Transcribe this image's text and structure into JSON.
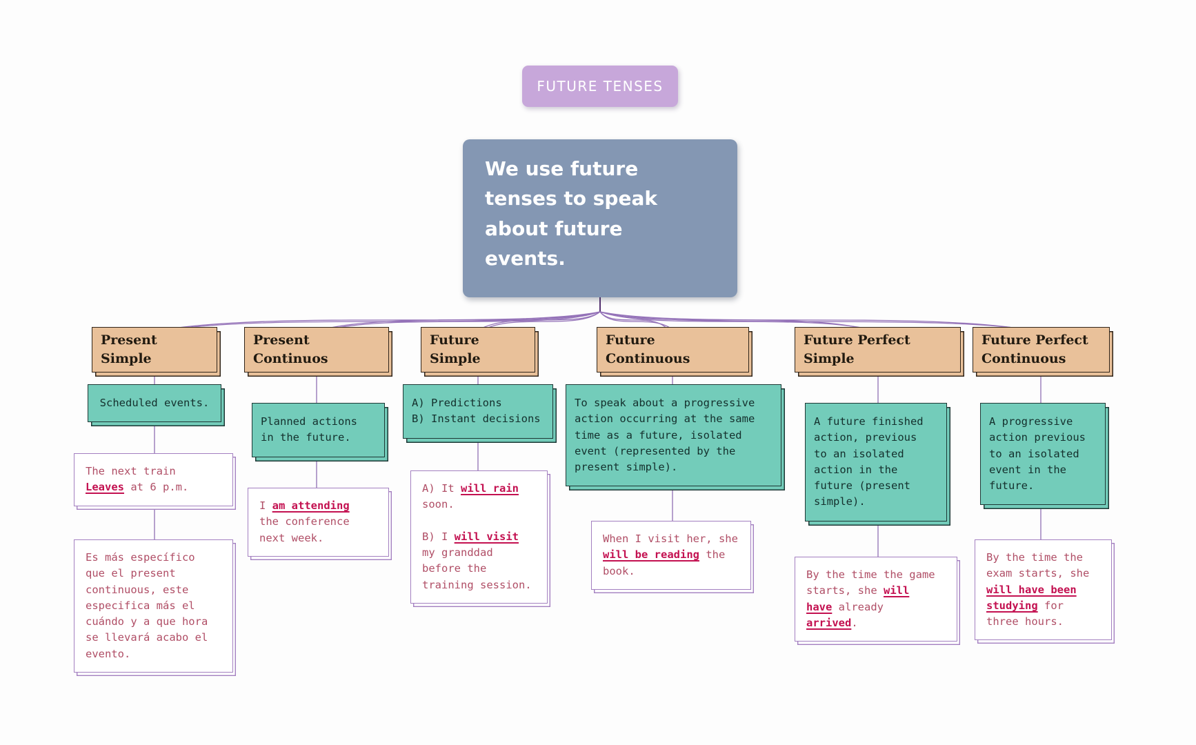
{
  "root": {
    "label": "FUTURE TENSES"
  },
  "main": {
    "text": "We use future\ntenses to speak\nabout future\nevents."
  },
  "colors": {
    "root_bg": "#c7a7da",
    "main_bg": "#8497b3",
    "header_bg": "#e9c19a",
    "usage_bg": "#73ccba",
    "example_border": "#a37fc0",
    "connector": "#9472b8",
    "example_text": "#b04e66",
    "example_emphasis": "#c31050"
  },
  "columns": [
    {
      "header": "Present Simple",
      "usage": "Scheduled events.",
      "examples": [
        {
          "segments": [
            {
              "t": "The next train\n"
            },
            {
              "t": "Leaves",
              "em": true
            },
            {
              "t": " at 6 p.m."
            }
          ]
        },
        {
          "segments": [
            {
              "t": "Es más específico\nque el present\ncontinuous, este\nespecifica más el\ncuándo y a que hora\nse llevará acabo el\nevento."
            }
          ]
        }
      ]
    },
    {
      "header": "Present\nContinuos",
      "usage": "Planned actions\nin the future.",
      "examples": [
        {
          "segments": [
            {
              "t": "I "
            },
            {
              "t": "am attending",
              "em": true
            },
            {
              "t": "\nthe conference\nnext week."
            }
          ]
        }
      ]
    },
    {
      "header": "Future Simple",
      "usage": "A) Predictions\nB) Instant decisions",
      "examples": [
        {
          "segments": [
            {
              "t": "A) It "
            },
            {
              "t": "will rain",
              "em": true
            },
            {
              "t": "\nsoon.\n\nB) I "
            },
            {
              "t": "will visit",
              "em": true
            },
            {
              "t": "\nmy granddad\nbefore the\ntraining session."
            }
          ]
        }
      ]
    },
    {
      "header": "Future Continuous",
      "usage": "To speak about a progressive\naction occurring at the same\ntime as a future, isolated\nevent (represented by the\npresent simple).",
      "examples": [
        {
          "segments": [
            {
              "t": "When I visit her, she\n"
            },
            {
              "t": "will be reading",
              "em": true
            },
            {
              "t": " the\nbook."
            }
          ]
        }
      ]
    },
    {
      "header": "Future Perfect\nSimple",
      "usage": "A future finished\naction, previous\nto an isolated\naction in the\nfuture (present\nsimple).",
      "examples": [
        {
          "segments": [
            {
              "t": "By the time the game\nstarts, she "
            },
            {
              "t": "will\nhave",
              "em": true
            },
            {
              "t": " already\n"
            },
            {
              "t": "arrived",
              "em": true
            },
            {
              "t": "."
            }
          ]
        }
      ]
    },
    {
      "header": "Future Perfect\nContinuous",
      "usage": "A progressive\naction previous\nto an isolated\nevent in the\nfuture.",
      "examples": [
        {
          "segments": [
            {
              "t": "By the time the\nexam starts, she\n"
            },
            {
              "t": "will have been\nstudying",
              "em": true
            },
            {
              "t": " for\nthree hours."
            }
          ]
        }
      ]
    }
  ]
}
